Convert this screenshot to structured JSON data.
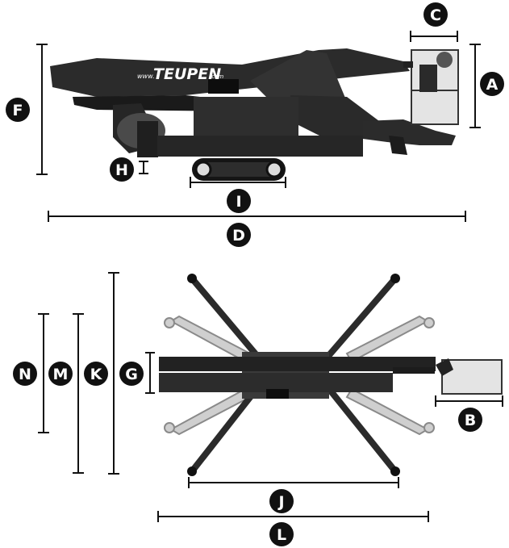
{
  "colors": {
    "machine": "#2b2b2b",
    "machine_dark": "#141414",
    "machine_mid": "#4a4a4a",
    "outrigger_ghost": "#cfcfcf",
    "outrigger_ghost_stroke": "#8a8a8a",
    "platform": "#e4e4e4",
    "line": "#111111",
    "badge": "#111111",
    "badge_text": "#ffffff"
  },
  "branding": {
    "logo": "TEUPEN",
    "url_prefix": "www.",
    "url_suffix": ".com"
  },
  "dimensions": {
    "A": "A",
    "B": "B",
    "C": "C",
    "D": "D",
    "F": "F",
    "G": "G",
    "H": "H",
    "I": "I",
    "J": "J",
    "K": "K",
    "L": "L",
    "M": "M",
    "N": "N"
  }
}
